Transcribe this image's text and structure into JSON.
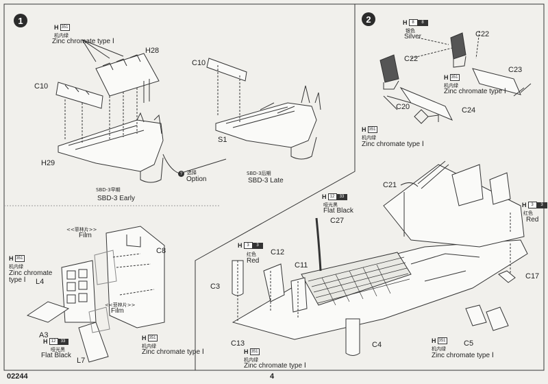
{
  "page": {
    "code": "02244",
    "number": "4"
  },
  "step1": {
    "number": "1",
    "paint_top": {
      "h": "H",
      "code": "351",
      "cn": "机内绿",
      "en": "Zinc chromate type Ⅰ"
    },
    "parts": {
      "h28": "H28",
      "c10_left": "C10",
      "h29": "H29",
      "c10_right": "C10",
      "s1": "S1"
    },
    "option": {
      "icon": "?",
      "cn": "选择",
      "en": "Option"
    },
    "early": {
      "cn": "SBD-3早期",
      "en": "SBD-3 Early"
    },
    "late": {
      "cn": "SBD-3后期",
      "en": "SBD-3 Late"
    }
  },
  "step1b": {
    "film_top": {
      "cn": "<<菲林片>>",
      "en": "Film"
    },
    "film_mid": {
      "cn": "<<菲林片>>",
      "en": "Film"
    },
    "paint_left": {
      "h": "H",
      "code": "351",
      "cn": "机内绿",
      "en1": "Zinc chromate",
      "en2": "type Ⅰ"
    },
    "paint_flat": {
      "h": "H",
      "code": "12",
      "code2": "33",
      "cn": "哑光黑",
      "en": "Flat  Black"
    },
    "paint_right": {
      "h": "H",
      "code": "351",
      "cn": "机内绿",
      "en": "Zinc chromate type Ⅰ"
    },
    "parts": {
      "c8": "C8",
      "l4": "L4",
      "a3": "A3",
      "l7": "L7"
    }
  },
  "step2": {
    "number": "2",
    "paint_silver": {
      "h": "H",
      "code": "8",
      "code2": "8",
      "cn": "银色",
      "en": "Silver"
    },
    "paint_mid": {
      "h": "H",
      "code": "351",
      "cn": "机内绿",
      "en": "Zinc chromate type Ⅰ"
    },
    "paint_low": {
      "h": "H",
      "code": "351",
      "cn": "机内绿",
      "en": "Zinc chromate type Ⅰ"
    },
    "parts": {
      "c22a": "C22",
      "c22b": "C22",
      "c23": "C23",
      "c20": "C20",
      "c24": "C24"
    }
  },
  "step3": {
    "paint_flat": {
      "h": "H",
      "code": "12",
      "code2": "33",
      "cn": "哑光黑",
      "en": "Flat  Black"
    },
    "paint_red_left": {
      "h": "H",
      "code": "3",
      "code2": "3",
      "cn": "红色",
      "en": "Red"
    },
    "paint_red_right": {
      "h": "H",
      "code": "3",
      "code2": "3",
      "cn": "红色",
      "en": "Red"
    },
    "paint_bottom_left": {
      "h": "H",
      "code": "351",
      "cn": "机内绿",
      "en": "Zinc chromate type Ⅰ"
    },
    "paint_bottom_right": {
      "h": "H",
      "code": "351",
      "cn": "机内绿",
      "en": "Zinc chromate type Ⅰ"
    },
    "parts": {
      "c21": "C21",
      "c27": "C27",
      "c12": "C12",
      "c11": "C11",
      "c3": "C3",
      "c13": "C13",
      "c4": "C4",
      "c5": "C5",
      "c17": "C17"
    }
  }
}
